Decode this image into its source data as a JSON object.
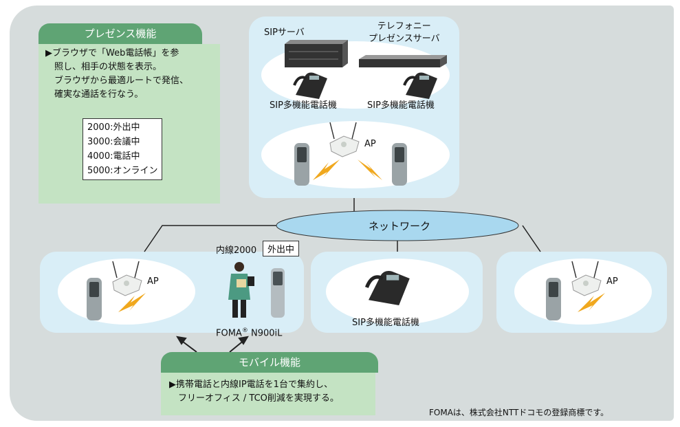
{
  "presence": {
    "title": "プレゼンス機能",
    "body_lines": [
      "▶ブラウザで「Web電話帳」を参",
      "照し、相手の状態を表示。",
      "ブラウザから最適ルートで発信、",
      "確実な通話を行なう。"
    ],
    "status_list": [
      "2000:外出中",
      "3000:会議中",
      "4000:電話中",
      "5000:オンライン"
    ]
  },
  "server_area": {
    "sip_server": "SIPサーバ",
    "telephony_server_line1": "テレフォニー",
    "telephony_server_line2": "プレゼンスサーバ",
    "phone_label_left": "SIP多機能電話機",
    "phone_label_right": "SIP多機能電話機",
    "ap_label": "AP"
  },
  "network": {
    "label": "ネットワーク"
  },
  "left_area": {
    "ap_label": "AP"
  },
  "user": {
    "extension": "内線2000",
    "status": "外出中",
    "device": "FOMA",
    "registered_mark": "®",
    "model": "N900iL"
  },
  "center_area": {
    "phone_label": "SIP多機能電話機"
  },
  "right_area": {
    "ap_label": "AP"
  },
  "mobile": {
    "title": "モバイル機能",
    "body_lines": [
      "▶携帯電話と内線IP電話を1台で集約し、",
      "フリーオフィス / TCO削減を実現する。"
    ]
  },
  "footnote": "FOMAは、株式会社NTTドコモの登録商標です。",
  "colors": {
    "background": "#d6dcdc",
    "cloud": "#d9eef7",
    "panel_title": "#5fa474",
    "panel_body": "#c4e3c3",
    "network": "#a9d8ef",
    "lightning": "#f0a81e"
  }
}
